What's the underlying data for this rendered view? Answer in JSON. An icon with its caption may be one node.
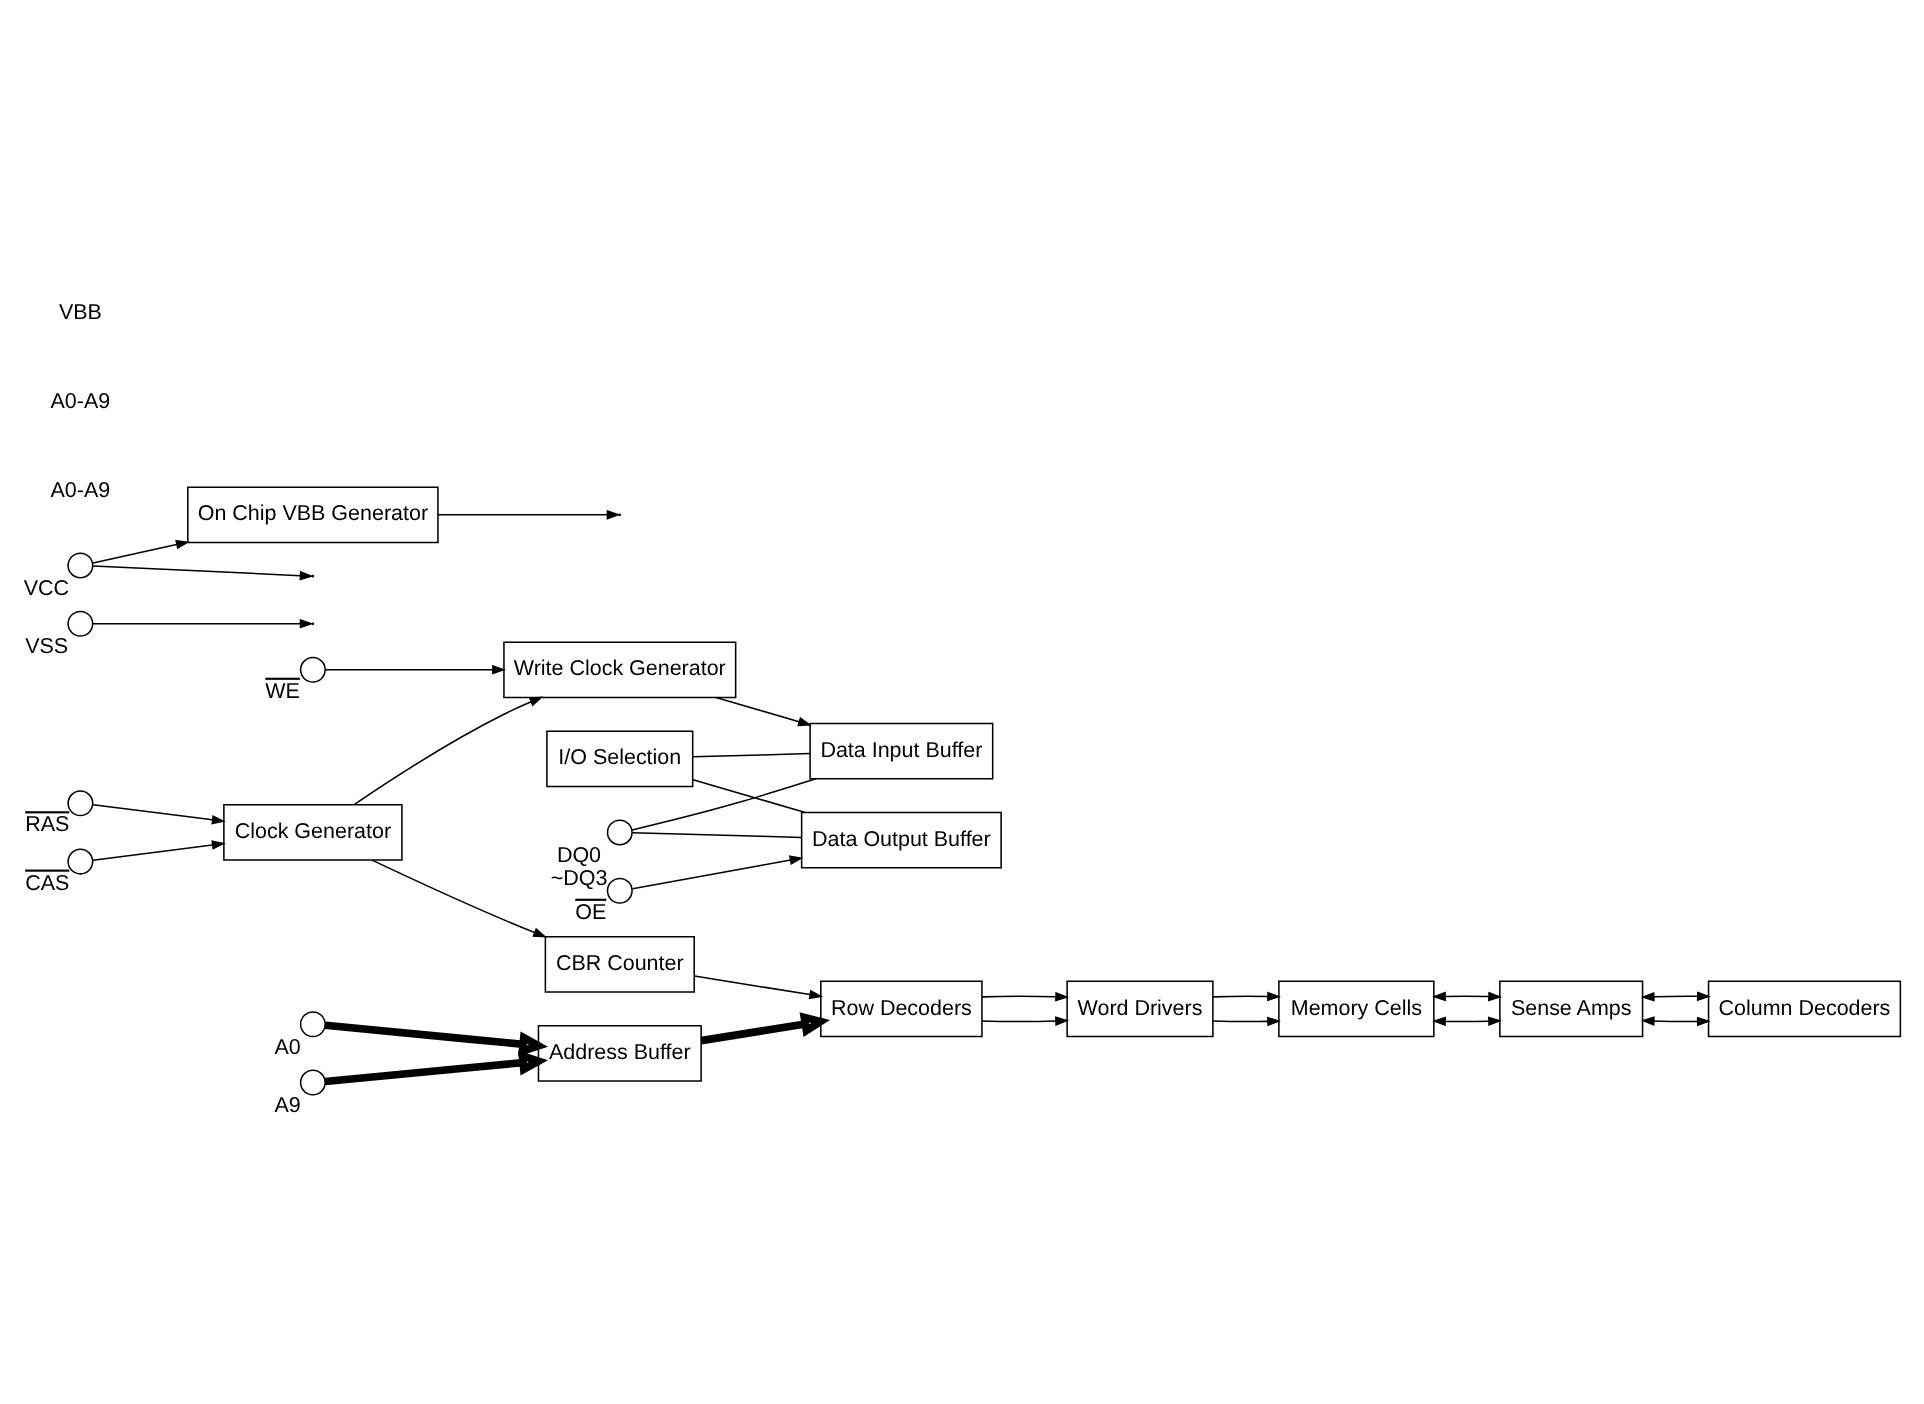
{
  "diagram": {
    "nodes": [
      {
        "text": [],
        "shape": "circle",
        "beside": [
          "RAS"
        ]
      },
      {
        "text": [],
        "shape": "circle",
        "beside": [
          "CAS"
        ]
      },
      {
        "text": [
          "Clock Generator"
        ]
      },
      {
        "text": [
          "Write Clock Generator"
        ]
      },
      {
        "text": [],
        "shape": "circle",
        "beside": [
          "WE"
        ]
      },
      {
        "text": [
          "CBR Counter"
        ]
      },
      {
        "text": [],
        "shape": "circle",
        "beside": [
          "A0"
        ]
      },
      {
        "text": [
          "Address Buffer"
        ]
      },
      {
        "text": [
          "Row Decoders"
        ]
      },
      {
        "text": [
          "Word Drivers"
        ]
      },
      {
        "text": [
          "Memory Cells"
        ]
      },
      {
        "text": [
          "Data Input Buffer"
        ]
      },
      {
        "text": [
          "I/O Selection"
        ]
      },
      {
        "text": [],
        "shape": "circle",
        "beside": [
          "DQ0",
          "~DQ3"
        ]
      },
      {
        "text": [
          "Sense Amps"
        ]
      },
      {
        "text": [],
        "shape": "circle",
        "beside": [
          "A9"
        ]
      },
      {
        "text": [
          "Column Decoders"
        ]
      },
      {
        "text": [],
        "shape": "circle",
        "beside": [
          "VSS"
        ]
      },
      {
        "text": [],
        "shape": "circle",
        "beside": [
          "VCC"
        ]
      },
      {
        "text": [
          "On Chip VBB Generator"
        ]
      },
      {
        "text": [
          "Data Output Buffer"
        ]
      },
      {
        "text": [],
        "shape": "circle",
        "beside": [
          "OE"
        ]
      }
    ],
    "edges": [
      {
        "from": 0,
        "to": 2,
        "arrow": "to"
      },
      {
        "from": 1,
        "to": 2,
        "arrow": "to"
      },
      {
        "from": 2,
        "to": 3,
        "arrow": "to"
      },
      {
        "from": 4,
        "to": 3,
        "arrow": "to"
      },
      {
        "from": 2,
        "to": 5,
        "arrow": "to"
      },
      {
        "from": 5,
        "to": 8,
        "arrow": "to"
      },
      {
        "from": 6,
        "to": 7,
        "arrow": "to",
        "style": "thick"
      },
      {
        "from": 15,
        "to": 7,
        "arrow": "to",
        "style": "thick"
      },
      {
        "from": 7,
        "to": 8,
        "arrow": "to",
        "style": "thick"
      },
      {
        "from": 8,
        "to": 9,
        "arrow": "to"
      },
      {
        "from": 8,
        "to": 9,
        "arrow": "to"
      },
      {
        "from": 9,
        "to": 10,
        "arrow": "to"
      },
      {
        "from": 9,
        "to": 10,
        "arrow": "to"
      },
      {
        "from": 10,
        "to": 14,
        "arrow": "both"
      },
      {
        "from": 10,
        "to": 14,
        "arrow": "both"
      },
      {
        "from": 14,
        "to": 16,
        "arrow": "both"
      },
      {
        "from": 14,
        "to": 16,
        "arrow": "both"
      },
      {
        "from": 3,
        "to": 11,
        "arrow": "to"
      },
      {
        "from": 12,
        "to": 11,
        "arrow": "none"
      },
      {
        "from": 12,
        "to": 20,
        "arrow": "none"
      },
      {
        "from": 13,
        "to": 11,
        "arrow": "none"
      },
      {
        "from": 13,
        "to": 20,
        "arrow": "none"
      },
      {
        "from": 21,
        "to": 20,
        "arrow": "to"
      },
      {
        "from": 17,
        "to": null,
        "arrow": "to"
      },
      {
        "from": 18,
        "to": null,
        "arrow": "to"
      },
      {
        "from": 18,
        "to": 19,
        "arrow": "to"
      },
      {
        "from": 19,
        "to": null,
        "arrow": "to"
      }
    ],
    "labels": [
      "A0-A9",
      "A0-A9",
      "VBB"
    ]
  }
}
